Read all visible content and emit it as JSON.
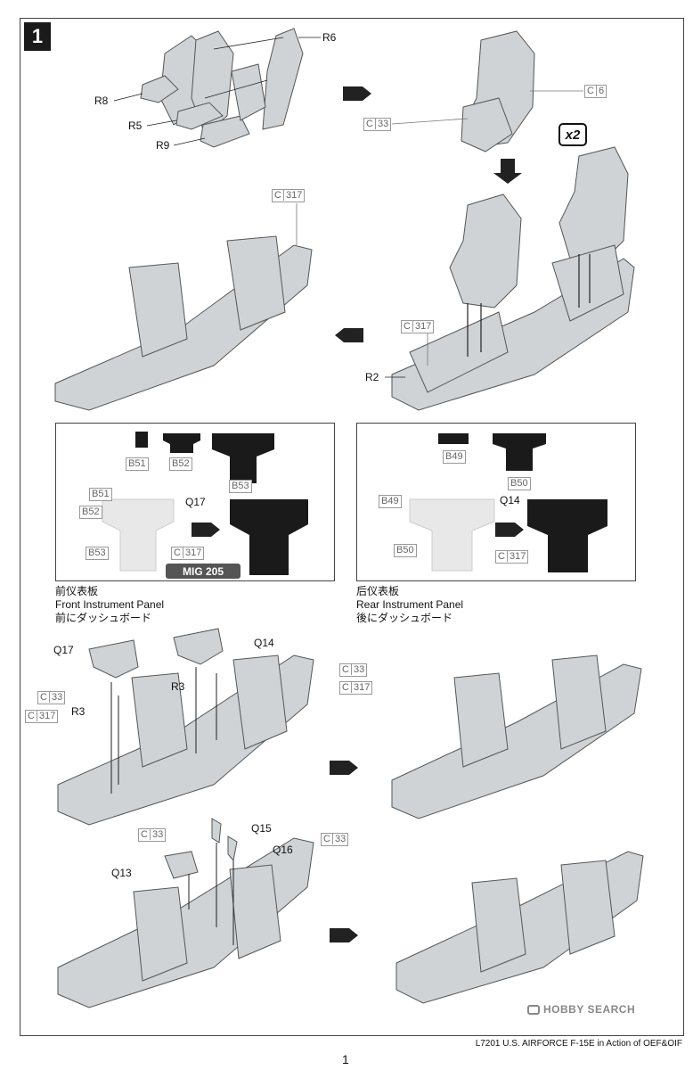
{
  "step": {
    "number": "1"
  },
  "multiplier": "x2",
  "mig_badge": "MIG 205",
  "callouts": {
    "r6": "R6",
    "r8": "R8",
    "r5": "R5",
    "r9": "R9",
    "r2": "R2",
    "q17_box": "Q17",
    "q14_box": "Q14",
    "b51_ghost": "B51",
    "b52_ghost": "B52",
    "b53_ghost": "B53",
    "q17": "Q17",
    "q14": "Q14",
    "r3a": "R3",
    "r3b": "R3",
    "q15": "Q15",
    "q16": "Q16",
    "q13": "Q13"
  },
  "part_refs": {
    "c6": "6",
    "c33_top": "33",
    "c317_mid": "317",
    "c317_right": "317",
    "c317_front": "317",
    "c317_rear": "317",
    "c33_a": "33",
    "c317_a": "317",
    "c33_b": "33",
    "c317_b": "317",
    "c33_c": "33",
    "c33_d": "33",
    "prefix": "C"
  },
  "panel_parts": {
    "b51": "B51",
    "b52": "B52",
    "b53": "B53",
    "b49": "B49",
    "b50": "B50",
    "b49_ghost": "B49",
    "b50_ghost": "B50"
  },
  "captions": {
    "front": {
      "cn": "前仪表板",
      "en": "Front Instrument Panel",
      "jp": "前にダッシュボード"
    },
    "rear": {
      "cn": "后仪表板",
      "en": "Rear Instrument Panel",
      "jp": "後にダッシュボード"
    }
  },
  "footer": "L7201 U.S. AIRFORCE  F-15E  in Action  of  OEF&OIF",
  "page_number": "1",
  "watermark": "HOBBY SEARCH",
  "colors": {
    "part": "#cfd3d6",
    "part_dark": "#9aa0a5",
    "ink": "#1a1a1a",
    "ghost": "#e6e6e6"
  }
}
